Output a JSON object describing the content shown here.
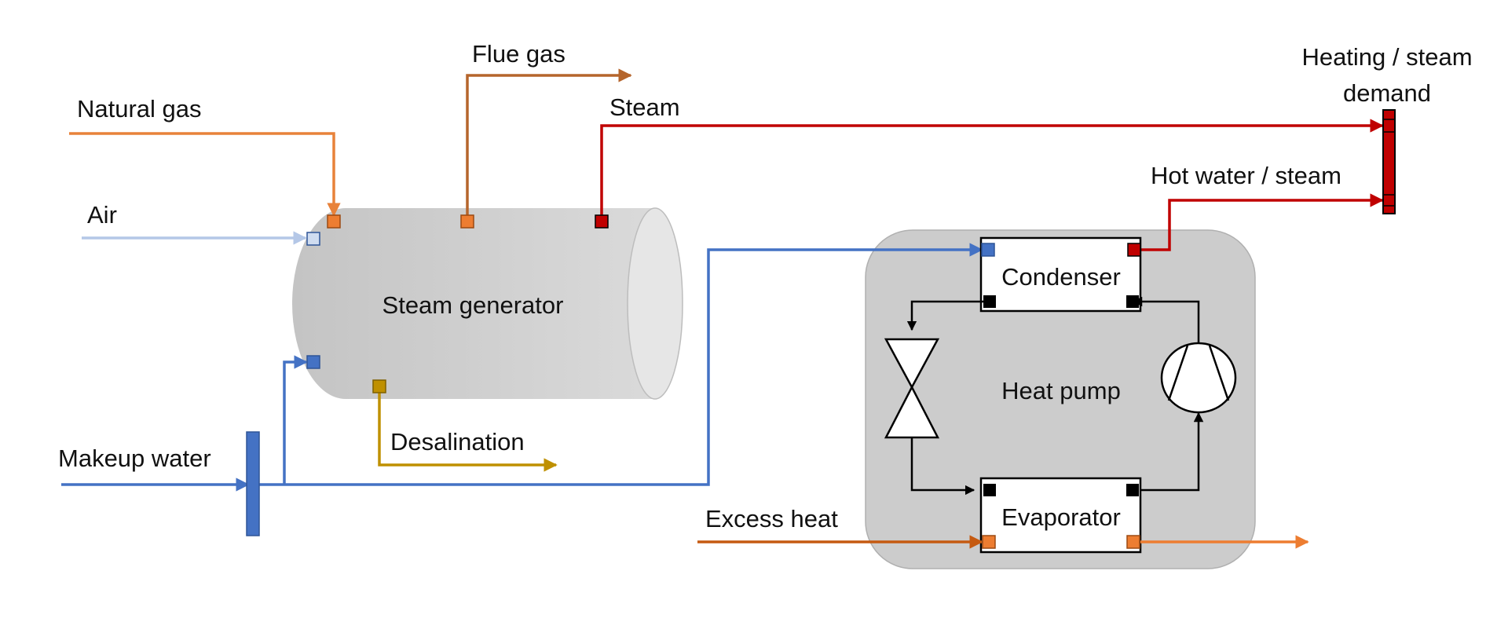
{
  "labels": {
    "flue_gas": "Flue gas",
    "heating_demand_line1": "Heating / steam",
    "heating_demand_line2": "demand",
    "natural_gas": "Natural gas",
    "steam": "Steam",
    "air": "Air",
    "hot_water_steam": "Hot water / steam",
    "steam_generator": "Steam generator",
    "condenser": "Condenser",
    "heat_pump": "Heat pump",
    "desalination": "Desalination",
    "makeup_water": "Makeup water",
    "excess_heat": "Excess heat",
    "evaporator": "Evaporator"
  },
  "colors": {
    "natural_gas": "#e8823a",
    "flue_gas": "#b5652c",
    "steam": "#c00000",
    "air": "#b4c7e7",
    "water": "#4472c4",
    "desalination": "#bf9000",
    "excess_heat_in": "#c55a11",
    "excess_heat_out": "#ed7d31",
    "refrigerant": "#000000"
  }
}
